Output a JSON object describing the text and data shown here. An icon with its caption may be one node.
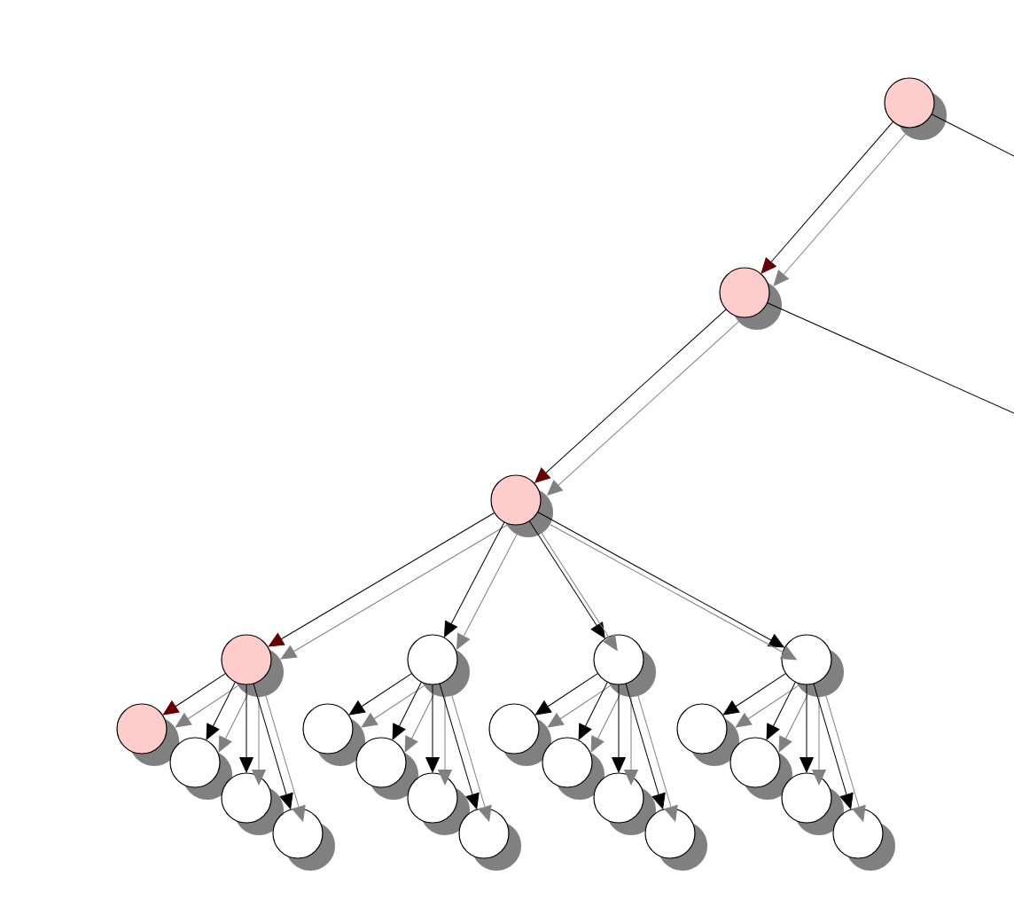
{
  "diagram": {
    "nodes": [
      {
        "text": [],
        "shape": "circle"
      },
      {
        "text": [],
        "shape": "circle"
      },
      {
        "text": [],
        "shape": "circle"
      },
      {
        "text": [],
        "shape": "circle"
      },
      {
        "text": [],
        "shape": "circle"
      },
      {
        "text": [],
        "shape": "circle"
      },
      {
        "text": [],
        "shape": "circle"
      },
      {
        "text": [],
        "shape": "circle"
      },
      {
        "text": [],
        "shape": "circle"
      },
      {
        "text": [],
        "shape": "circle"
      },
      {
        "text": [],
        "shape": "circle"
      },
      {
        "text": [],
        "shape": "circle"
      },
      {
        "text": [],
        "shape": "circle"
      },
      {
        "text": [],
        "shape": "circle"
      },
      {
        "text": [],
        "shape": "circle"
      },
      {
        "text": [],
        "shape": "circle"
      },
      {
        "text": [],
        "shape": "circle"
      },
      {
        "text": [],
        "shape": "circle"
      },
      {
        "text": [],
        "shape": "circle"
      },
      {
        "text": [],
        "shape": "circle"
      },
      {
        "text": [],
        "shape": "circle"
      },
      {
        "text": [],
        "shape": "circle"
      },
      {
        "text": [],
        "shape": "circle"
      }
    ],
    "edges": [
      {
        "from": 0,
        "to": 1,
        "arrow": "to"
      },
      {
        "from": 0,
        "to": 1,
        "arrow": "to",
        "color": "#808080"
      },
      {
        "from": 0,
        "to": null,
        "arrow": "none"
      },
      {
        "from": 1,
        "to": 2,
        "arrow": "to"
      },
      {
        "from": 1,
        "to": 2,
        "arrow": "to",
        "color": "#808080"
      },
      {
        "from": 1,
        "to": null,
        "arrow": "none"
      },
      {
        "from": 2,
        "to": 3,
        "arrow": "to"
      },
      {
        "from": 2,
        "to": 3,
        "arrow": "to",
        "color": "#808080"
      },
      {
        "from": 2,
        "to": 4,
        "arrow": "to"
      },
      {
        "from": 2,
        "to": 4,
        "arrow": "to",
        "color": "#808080"
      },
      {
        "from": 2,
        "to": 5,
        "arrow": "to"
      },
      {
        "from": 2,
        "to": 5,
        "arrow": "to",
        "color": "#808080"
      },
      {
        "from": 2,
        "to": 6,
        "arrow": "to"
      },
      {
        "from": 2,
        "to": 6,
        "arrow": "to",
        "color": "#808080"
      },
      {
        "from": 3,
        "to": 7,
        "arrow": "to"
      },
      {
        "from": 3,
        "to": 7,
        "arrow": "to",
        "color": "#808080"
      },
      {
        "from": 3,
        "to": 8,
        "arrow": "to"
      },
      {
        "from": 3,
        "to": 8,
        "arrow": "to",
        "color": "#808080"
      },
      {
        "from": 3,
        "to": 9,
        "arrow": "to"
      },
      {
        "from": 3,
        "to": 9,
        "arrow": "to",
        "color": "#808080"
      },
      {
        "from": 3,
        "to": 10,
        "arrow": "to"
      },
      {
        "from": 3,
        "to": 10,
        "arrow": "to",
        "color": "#808080"
      },
      {
        "from": 4,
        "to": 11,
        "arrow": "to"
      },
      {
        "from": 4,
        "to": 11,
        "arrow": "to",
        "color": "#808080"
      },
      {
        "from": 4,
        "to": 12,
        "arrow": "to"
      },
      {
        "from": 4,
        "to": 12,
        "arrow": "to",
        "color": "#808080"
      },
      {
        "from": 4,
        "to": 13,
        "arrow": "to"
      },
      {
        "from": 4,
        "to": 13,
        "arrow": "to",
        "color": "#808080"
      },
      {
        "from": 4,
        "to": 14,
        "arrow": "to"
      },
      {
        "from": 4,
        "to": 14,
        "arrow": "to",
        "color": "#808080"
      },
      {
        "from": 5,
        "to": 15,
        "arrow": "to"
      },
      {
        "from": 5,
        "to": 15,
        "arrow": "to",
        "color": "#808080"
      },
      {
        "from": 5,
        "to": 16,
        "arrow": "to"
      },
      {
        "from": 5,
        "to": 16,
        "arrow": "to",
        "color": "#808080"
      },
      {
        "from": 5,
        "to": 17,
        "arrow": "to"
      },
      {
        "from": 5,
        "to": 17,
        "arrow": "to",
        "color": "#808080"
      },
      {
        "from": 5,
        "to": 18,
        "arrow": "to"
      },
      {
        "from": 5,
        "to": 18,
        "arrow": "to",
        "color": "#808080"
      },
      {
        "from": 6,
        "to": 19,
        "arrow": "to"
      },
      {
        "from": 6,
        "to": 19,
        "arrow": "to",
        "color": "#808080"
      },
      {
        "from": 6,
        "to": 20,
        "arrow": "to"
      },
      {
        "from": 6,
        "to": 20,
        "arrow": "to",
        "color": "#808080"
      },
      {
        "from": 6,
        "to": 21,
        "arrow": "to"
      },
      {
        "from": 6,
        "to": 21,
        "arrow": "to",
        "color": "#808080"
      },
      {
        "from": 6,
        "to": 22,
        "arrow": "to"
      },
      {
        "from": 6,
        "to": 22,
        "arrow": "to",
        "color": "#808080"
      }
    ]
  }
}
